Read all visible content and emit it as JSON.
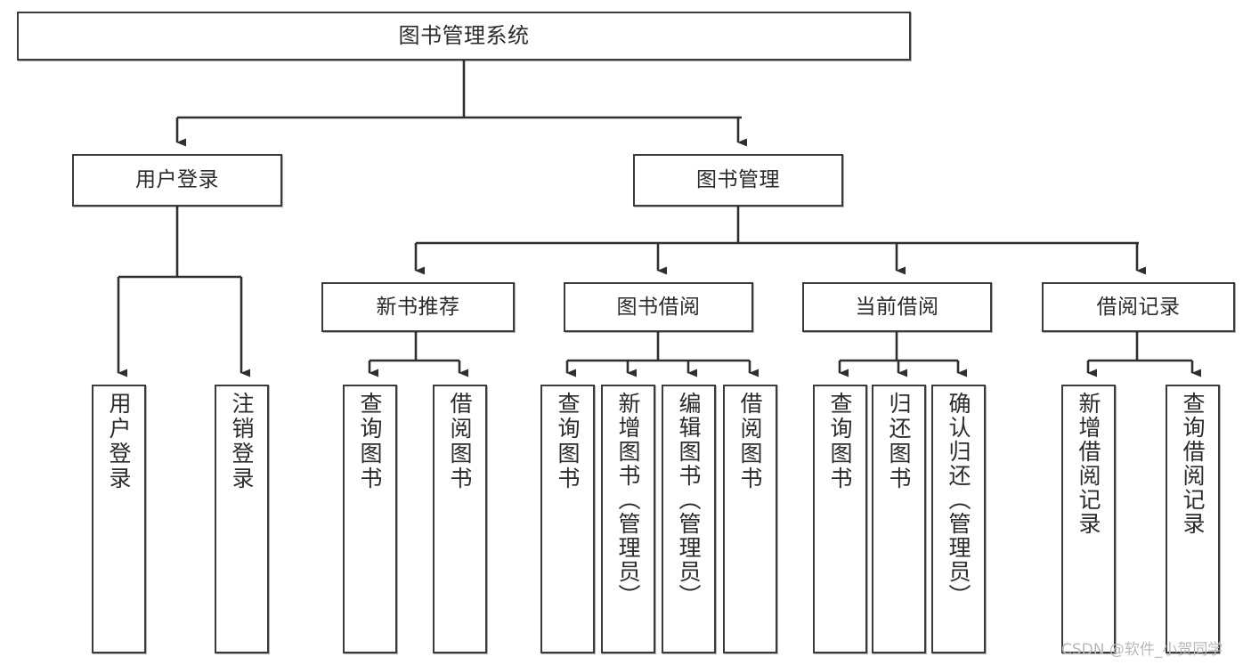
{
  "diagram": {
    "title": "图书管理系统",
    "type": "tree-hierarchy",
    "watermark": "CSDN @软件_小贺同学",
    "colors": {
      "box_border": "#3b3b3b",
      "box_fill": "#ffffff",
      "connector": "#2f2f2f",
      "text": "#2b2b2b",
      "watermark": "#b9b9b9"
    }
  },
  "root": {
    "label": "图书管理系统"
  },
  "level2": [
    {
      "label": "用户登录"
    },
    {
      "label": "图书管理"
    }
  ],
  "level3": [
    {
      "label": "新书推荐"
    },
    {
      "label": "图书借阅"
    },
    {
      "label": "当前借阅"
    },
    {
      "label": "借阅记录"
    }
  ],
  "leaves": {
    "user_login": [
      {
        "label": "用户登录"
      },
      {
        "label": "注销登录"
      }
    ],
    "new_book_recommend": [
      {
        "label": "查询图书"
      },
      {
        "label": "借阅图书"
      }
    ],
    "book_borrow": [
      {
        "label": "查询图书"
      },
      {
        "label": "新增图书（管理员）"
      },
      {
        "label": "编辑图书（管理员）"
      },
      {
        "label": "借阅图书"
      }
    ],
    "current_borrow": [
      {
        "label": "查询图书"
      },
      {
        "label": "归还图书"
      },
      {
        "label": "确认归还（管理员）"
      }
    ],
    "borrow_record": [
      {
        "label": "新增借阅记录"
      },
      {
        "label": "查询借阅记录"
      }
    ]
  }
}
